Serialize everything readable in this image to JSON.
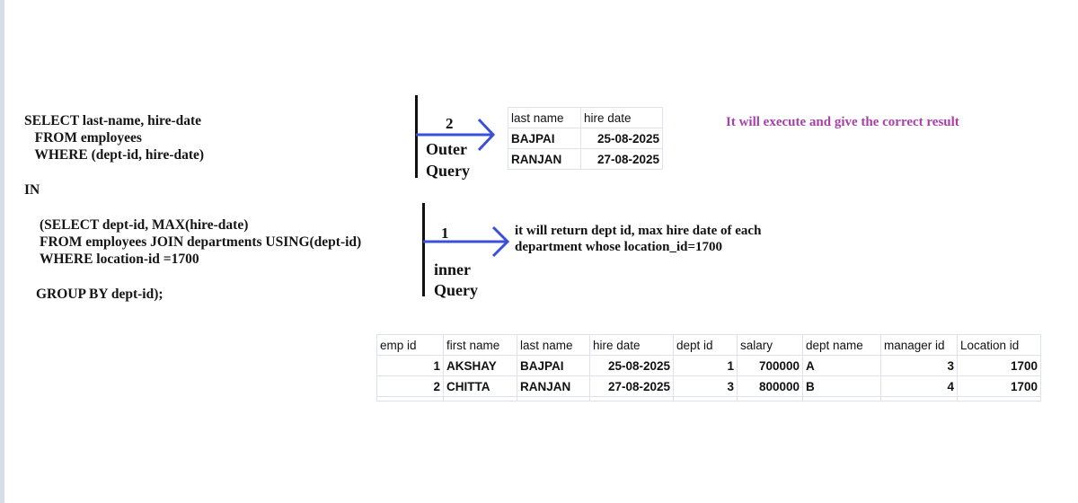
{
  "outer_query": {
    "lines": [
      "SELECT last-name, hire-date",
      "   FROM employees",
      "   WHERE (dept-id, hire-date)"
    ],
    "in_keyword": "IN"
  },
  "inner_query": {
    "lines": [
      "(SELECT dept-id, MAX(hire-date)",
      "FROM employees JOIN departments USING(dept-id)",
      "WHERE location-id =1700"
    ],
    "group_by": "GROUP BY dept-id);"
  },
  "annotations": {
    "outer": {
      "step": "2",
      "label_line1": "Outer",
      "label_line2": "Query"
    },
    "inner": {
      "step": "1",
      "label_line1": "inner",
      "label_line2": "Query"
    },
    "outer_note": "It will execute and give the correct result",
    "inner_note_line1": "it will return dept id,  max hire date of each",
    "inner_note_line2": "department whose location_id=1700"
  },
  "colors": {
    "arrow": "#3b4fd8",
    "note_purple": "#a840a8",
    "grid": "#dde3ee"
  },
  "result_table": {
    "headers": [
      "last name",
      "hire date"
    ],
    "rows": [
      [
        "BAJPAI",
        "25-08-2025"
      ],
      [
        "RANJAN",
        "27-08-2025"
      ]
    ]
  },
  "source_table": {
    "headers": [
      "emp id",
      "first name",
      "last name",
      "hire date",
      "dept id",
      "salary",
      "dept name",
      "manager id",
      "Location id"
    ],
    "rows": [
      [
        "1",
        "AKSHAY",
        "BAJPAI",
        "25-08-2025",
        "1",
        "700000",
        "A",
        "3",
        "1700"
      ],
      [
        "2",
        "CHITTA",
        "RANJAN",
        "27-08-2025",
        "3",
        "800000",
        "B",
        "4",
        "1700"
      ]
    ]
  }
}
